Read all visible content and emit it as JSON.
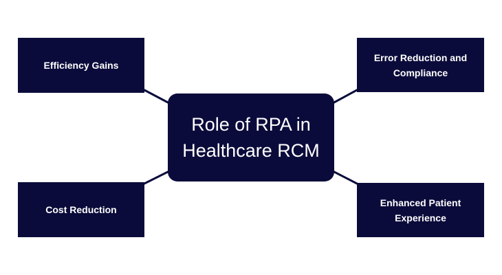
{
  "diagram": {
    "center": {
      "label_line1": "Role of RPA in",
      "label_line2": "Healthcare RCM"
    },
    "branches": [
      {
        "label": "Efficiency Gains"
      },
      {
        "label_line1": "Error Reduction and",
        "label_line2": "Compliance"
      },
      {
        "label": "Cost Reduction"
      },
      {
        "label_line1": "Enhanced Patient",
        "label_line2": "Experience"
      }
    ],
    "colors": {
      "node_fill": "#0b0b3b",
      "node_text": "#ffffff",
      "connector": "#0b0b3b",
      "background": "#ffffff"
    }
  }
}
